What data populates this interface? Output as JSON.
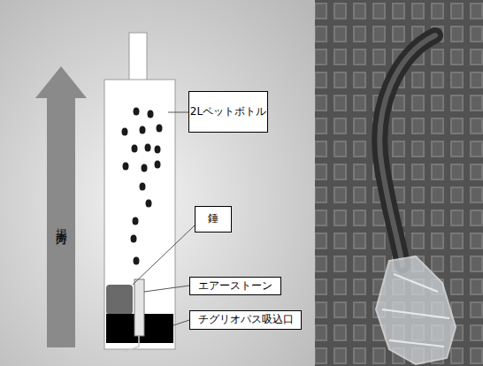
{
  "diagram": {
    "nodes": [
      {
        "text": [
          "揚水方向"
        ]
      },
      {
        "text": [
          "2Lペットボトル"
        ]
      },
      {
        "text": [
          "錘"
        ]
      },
      {
        "text": [
          "エアーストーン"
        ]
      },
      {
        "text": [
          "チグリオパス吸込口"
        ]
      }
    ]
  }
}
